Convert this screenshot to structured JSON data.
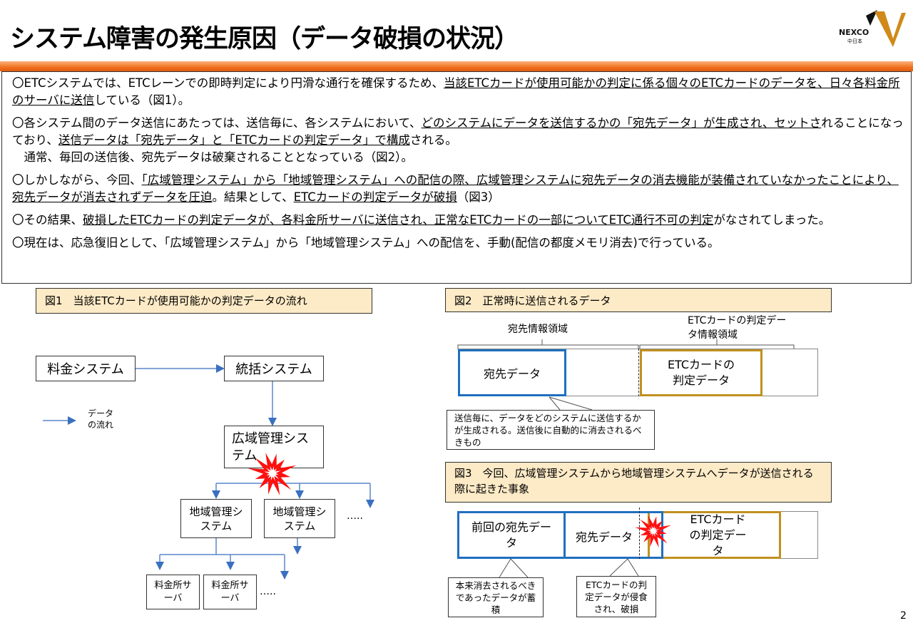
{
  "title": "システム障害の発生原因（データ破損の状況）",
  "logo": {
    "text": "NEXCO",
    "sub": "中日本"
  },
  "colors": {
    "accent": "#f07020",
    "blue": "#1f6fbf",
    "gold": "#c09020",
    "arrow": "#4a7cc8",
    "burst": "#ff1010",
    "label_bg": "#fdeac6"
  },
  "paragraphs": [
    [
      {
        "t": "〇ETCシステムでは、ETCレーンでの即時判定により円滑な通行を確保するため、",
        "u": false
      },
      {
        "t": "当該ETCカードが使用可能かの判定に係る個々のETCカードのデータを、日々各料金所のサーバに送信",
        "u": true
      },
      {
        "t": "している（図1）。",
        "u": false
      }
    ],
    [
      {
        "t": "〇各システム間のデータ送信にあたっては、送信毎に、各システムにおいて、",
        "u": false
      },
      {
        "t": "どのシステムにデータを送信するかの「宛先データ」が生成され、セットさ",
        "u": true
      },
      {
        "t": "れることになっており、",
        "u": false
      },
      {
        "t": "送信データは「宛先データ」と「ETCカードの判定データ」で構成",
        "u": true
      },
      {
        "t": "される。",
        "u": false
      }
    ],
    [
      {
        "t": "　通常、毎回の送信後、宛先データは破棄されることとなっている（図2）。",
        "u": false
      }
    ],
    [
      {
        "t": "〇しかしながら、今回、",
        "u": false
      },
      {
        "t": "「広域管理システム」から「地域管理システム」への配信の際、広域管理システムに宛先データの消去機能が装備されていなかったことにより、宛先データが消去されずデータを圧迫",
        "u": true
      },
      {
        "t": "。結果として、",
        "u": false
      },
      {
        "t": "ETCカードの判定データが破損",
        "u": true
      },
      {
        "t": "（図3）",
        "u": false
      }
    ],
    [
      {
        "t": "〇その結果、",
        "u": false
      },
      {
        "t": "破損したETCカードの判定データが、各料金所サーバに送信され、正常なETCカードの一部についてETC通行不可の判定",
        "u": true
      },
      {
        "t": "がなされてしまった。",
        "u": false
      }
    ],
    [
      {
        "t": "〇現在は、応急復旧として、「広域管理システム」から「地域管理システム」への配信を、手動(配信の都度メモリ消去)で行っている。",
        "u": false
      }
    ]
  ],
  "fig1": {
    "label": "図1　当該ETCカードが使用可能かの判定データの流れ",
    "toll_system": "料金システム",
    "central_system": "統括システム",
    "wide_area_system": "広域管理システム",
    "regional_system_1": "地域管理システム",
    "regional_system_2": "地域管理システム",
    "more_1": "…..",
    "toll_server_1": "料金所サーバ",
    "toll_server_2": "料金所サーバ",
    "more_2": "…..",
    "legend": "データの流れ"
  },
  "fig2": {
    "label": "図2　正常時に送信されるデータ",
    "region_address": "宛先情報領域",
    "region_etc": "ETCカードの判定データ情報領域",
    "address_data": "宛先データ",
    "etc_data": "ETCカードの判定データ",
    "callout": "送信毎に、データをどのシステムに送信するかが生成される。送信後に自動的に消去されるべきもの"
  },
  "fig3": {
    "label": "図3　今回、広域管理システムから地域管理システムへデータが送信される際に起きた事象",
    "prev_address": "前回の宛先データ",
    "address_data": "宛先データ",
    "etc_data": "ETCカードの判定データ",
    "callout_1": "本来消去されるべきであったデータが蓄積",
    "callout_2": "ETCカードの判定データが侵食され、破損"
  },
  "page_number": "2"
}
